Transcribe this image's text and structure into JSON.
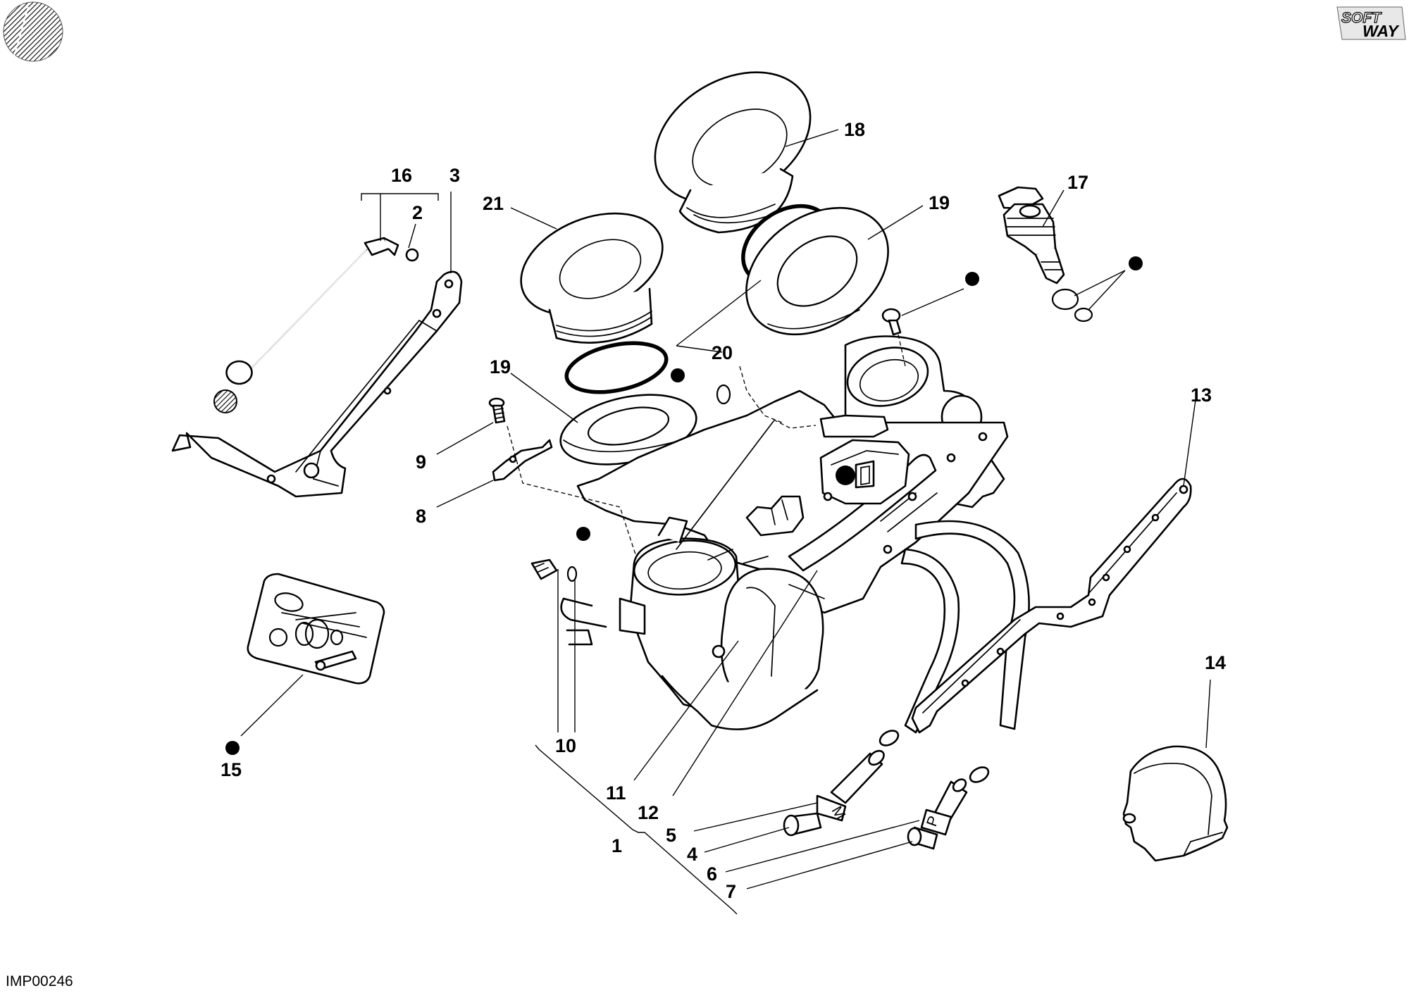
{
  "drawing": {
    "code": "IMP00246",
    "logo": {
      "top": "SOFT",
      "bottom": "WAY"
    }
  },
  "callouts": {
    "c1": "1",
    "c2": "2",
    "c3": "3",
    "c4": "4",
    "c5": "5",
    "c6": "6",
    "c7": "7",
    "c8": "8",
    "c9": "9",
    "c10": "10",
    "c11": "11",
    "c12": "12",
    "c13": "13",
    "c14": "14",
    "c15": "15",
    "c16": "16",
    "c17": "17",
    "c18": "18",
    "c19a": "19",
    "c19b": "19",
    "c20": "20",
    "c21": "21"
  },
  "hose_marks": {
    "left": "M",
    "right": "P"
  },
  "colors": {
    "ink": "#000000",
    "paper": "#ffffff"
  }
}
